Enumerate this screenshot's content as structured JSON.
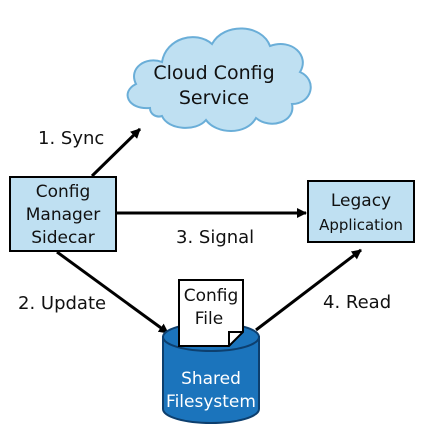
{
  "colors": {
    "cloud_fill": "#bfe0f2",
    "cloud_stroke": "#6aaed8",
    "box_fill": "#bfe0f2",
    "box_stroke": "#000000",
    "cylinder_fill": "#1b74bc",
    "cylinder_stroke": "#0d3f6e",
    "file_fill": "#ffffff",
    "arrow": "#000000"
  },
  "nodes": {
    "cloud": {
      "line1": "Cloud Config",
      "line2": "Service"
    },
    "sidecar": {
      "line1": "Config",
      "line2": "Manager",
      "line3": "Sidecar"
    },
    "legacy": {
      "line1": "Legacy",
      "line2": "Application"
    },
    "config_file": {
      "line1": "Config",
      "line2": "File"
    },
    "filesystem": {
      "line1": "Shared",
      "line2": "Filesystem"
    }
  },
  "edges": {
    "sync": "1. Sync",
    "update": "2. Update",
    "signal": "3. Signal",
    "read": "4. Read"
  }
}
